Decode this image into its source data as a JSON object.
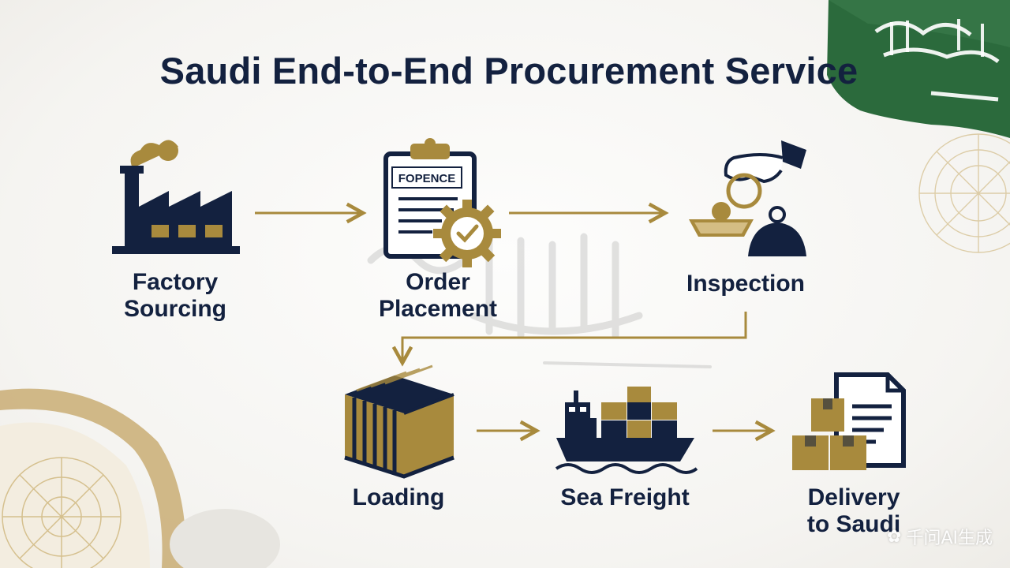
{
  "title": "Saudi End-to-End Procurement Service",
  "steps": [
    {
      "id": "factory",
      "line1": "Factory",
      "line2": "Sourcing"
    },
    {
      "id": "order",
      "line1": "Order",
      "line2": "Placement",
      "document_text": "FOPENCE"
    },
    {
      "id": "inspection",
      "line1": "Inspection"
    },
    {
      "id": "loading",
      "line1": "Loading"
    },
    {
      "id": "sea-freight",
      "line1": "Sea Freight"
    },
    {
      "id": "delivery",
      "line1": "Delivery",
      "line2": "to Saudi"
    }
  ],
  "flow": [
    "factory",
    "order",
    "inspection",
    "loading",
    "sea-freight",
    "delivery"
  ],
  "watermark": "千问AI生成",
  "colors": {
    "navy": "#13213f",
    "gold": "#a88a3d",
    "flag_green": "#2b6a3c"
  }
}
